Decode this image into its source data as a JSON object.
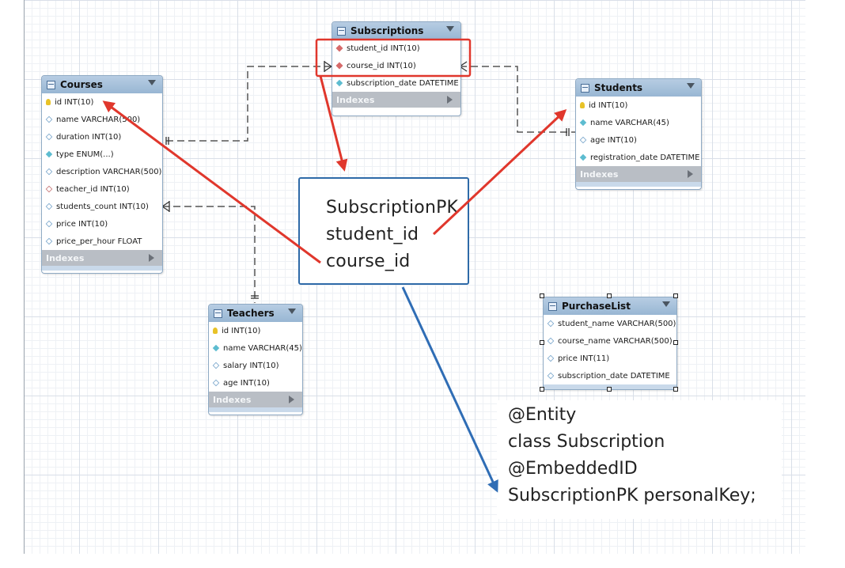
{
  "tables": {
    "subscriptions": {
      "title": "Subscriptions",
      "columns": [
        "student_id INT(10)",
        "course_id INT(10)",
        "subscription_date DATETIME"
      ],
      "indexes": "Indexes"
    },
    "courses": {
      "title": "Courses",
      "columns": [
        "id INT(10)",
        "name VARCHAR(500)",
        "duration INT(10)",
        "type ENUM(...)",
        "description VARCHAR(500)",
        "teacher_id INT(10)",
        "students_count INT(10)",
        "price INT(10)",
        "price_per_hour FLOAT"
      ],
      "indexes": "Indexes"
    },
    "students": {
      "title": "Students",
      "columns": [
        "id INT(10)",
        "name VARCHAR(45)",
        "age INT(10)",
        "registration_date DATETIME"
      ],
      "indexes": "Indexes"
    },
    "teachers": {
      "title": "Teachers",
      "columns": [
        "id INT(10)",
        "name VARCHAR(45)",
        "salary INT(10)",
        "age INT(10)"
      ],
      "indexes": "Indexes"
    },
    "purchaselist": {
      "title": "PurchaseList",
      "columns": [
        "student_name VARCHAR(500)",
        "course_name VARCHAR(500)",
        "price INT(11)",
        "subscription_date DATETIME"
      ]
    }
  },
  "pk_box": {
    "lines": [
      "SubscriptionPK",
      "student_id",
      "course_id"
    ]
  },
  "code_note": {
    "lines": [
      "@Entity",
      "class Subscription",
      "@EmbeddedID",
      "SubscriptionPK personalKey;"
    ]
  },
  "colors": {
    "red_arrow": "#e0372c",
    "blue_arrow": "#2f6db5",
    "table_header": "#a9c3dd"
  }
}
